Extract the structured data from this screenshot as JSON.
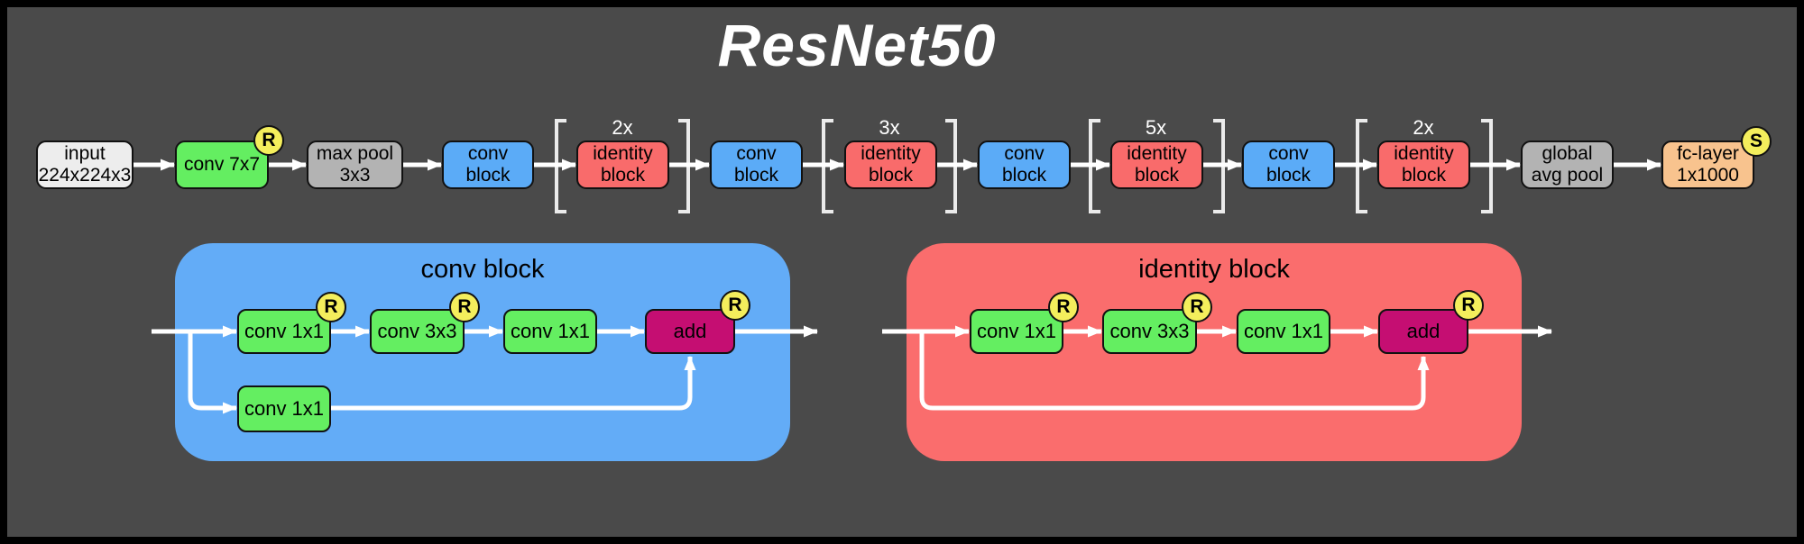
{
  "title": "ResNet50",
  "colors": {
    "background": "#4a4a4a",
    "frame": "#000000",
    "green": "#64ee61",
    "blue": "#5babf7",
    "red": "#f96b6b",
    "gray": "#b3b3b3",
    "light_gray": "#ededed",
    "peach": "#f8c38e",
    "magenta": "#c50e72",
    "badge_yellow": "#f4ee5c",
    "container_blue": "#63acf7",
    "container_red": "#fa6d6d",
    "arrow_white": "#ffffff",
    "bracket_white": "#ebebeb"
  },
  "pipeline": {
    "nodes": [
      {
        "label": "input\n224x224x3"
      },
      {
        "label": "conv 7x7",
        "badge": "R"
      },
      {
        "label": "max pool\n3x3"
      },
      {
        "label": "conv\nblock"
      },
      {
        "label": "identity\nblock",
        "repeat": "2x"
      },
      {
        "label": "conv\nblock"
      },
      {
        "label": "identity\nblock",
        "repeat": "3x"
      },
      {
        "label": "conv\nblock"
      },
      {
        "label": "identity\nblock",
        "repeat": "5x"
      },
      {
        "label": "conv\nblock"
      },
      {
        "label": "identity\nblock",
        "repeat": "2x"
      },
      {
        "label": "global\navg pool"
      },
      {
        "label": "fc-layer\n1x1000",
        "badge": "S"
      }
    ]
  },
  "conv_block_detail": {
    "title": "conv block",
    "main_path": [
      {
        "label": "conv 1x1",
        "badge": "R"
      },
      {
        "label": "conv 3x3",
        "badge": "R"
      },
      {
        "label": "conv 1x1"
      },
      {
        "label": "add",
        "badge": "R"
      }
    ],
    "shortcut": {
      "label": "conv 1x1"
    }
  },
  "identity_block_detail": {
    "title": "identity block",
    "main_path": [
      {
        "label": "conv 1x1",
        "badge": "R"
      },
      {
        "label": "conv 3x3",
        "badge": "R"
      },
      {
        "label": "conv 1x1"
      },
      {
        "label": "add",
        "badge": "R"
      }
    ]
  }
}
